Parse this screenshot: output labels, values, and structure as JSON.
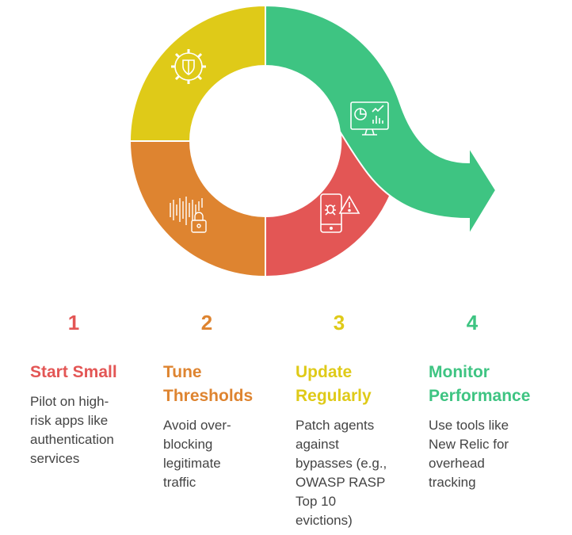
{
  "colors": {
    "red": "#e35655",
    "orange": "#de8430",
    "yellow": "#dfca18",
    "green": "#3ec482"
  },
  "steps": [
    {
      "number": "1",
      "title_lines": [
        "Start Small"
      ],
      "desc_lines": [
        "Pilot on high-",
        "risk apps like",
        "authentication",
        "services"
      ],
      "icon": "phone-bug-alert-icon"
    },
    {
      "number": "2",
      "title_lines": [
        "Tune",
        "Thresholds"
      ],
      "desc_lines": [
        "Avoid over-",
        "blocking",
        "legitimate",
        "traffic"
      ],
      "icon": "soundwave-lock-icon"
    },
    {
      "number": "3",
      "title_lines": [
        "Update",
        "Regularly"
      ],
      "desc_lines": [
        "Patch agents",
        "against",
        "bypasses (e.g.,",
        "OWASP RASP",
        "Top 10",
        "evictions)"
      ],
      "icon": "gear-shield-icon"
    },
    {
      "number": "4",
      "title_lines": [
        "Monitor",
        "Performance"
      ],
      "desc_lines": [
        "Use tools like",
        "New Relic for",
        "overhead",
        "tracking"
      ],
      "icon": "monitor-chart-icon"
    }
  ]
}
